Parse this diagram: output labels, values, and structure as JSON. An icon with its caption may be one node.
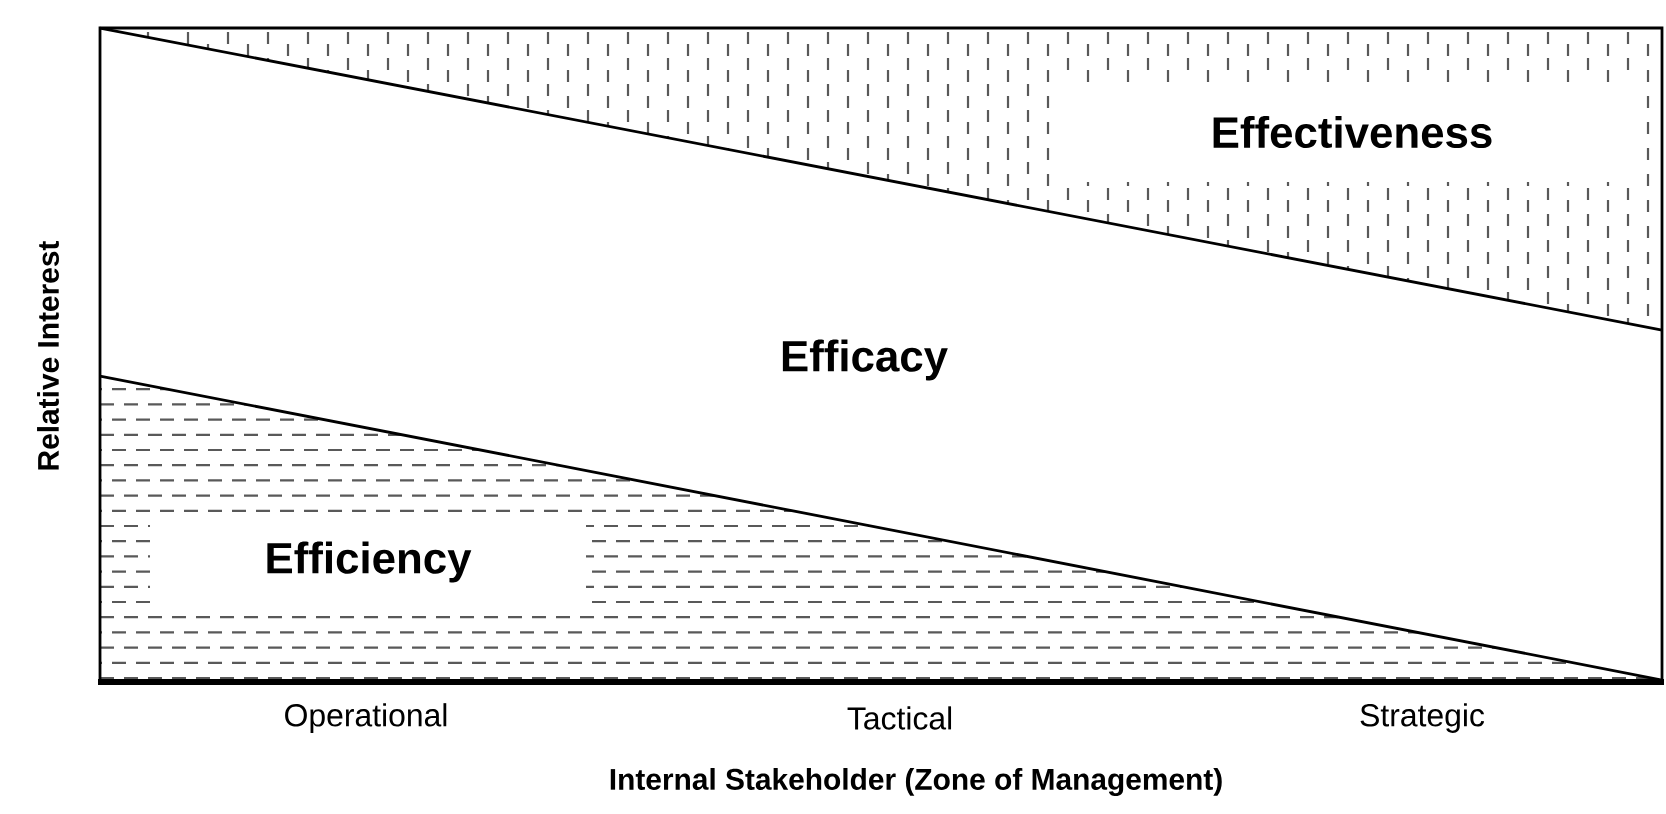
{
  "diagram": {
    "nodes": [
      {
        "text": [
          "Effectiveness"
        ]
      },
      {
        "text": [
          "Efficacy"
        ]
      },
      {
        "text": [
          "Efficiency"
        ]
      }
    ],
    "labels": [
      "Relative Interest",
      "Operational",
      "Tactical",
      "Strategic",
      "Internal Stakeholder (Zone of Management)"
    ]
  }
}
